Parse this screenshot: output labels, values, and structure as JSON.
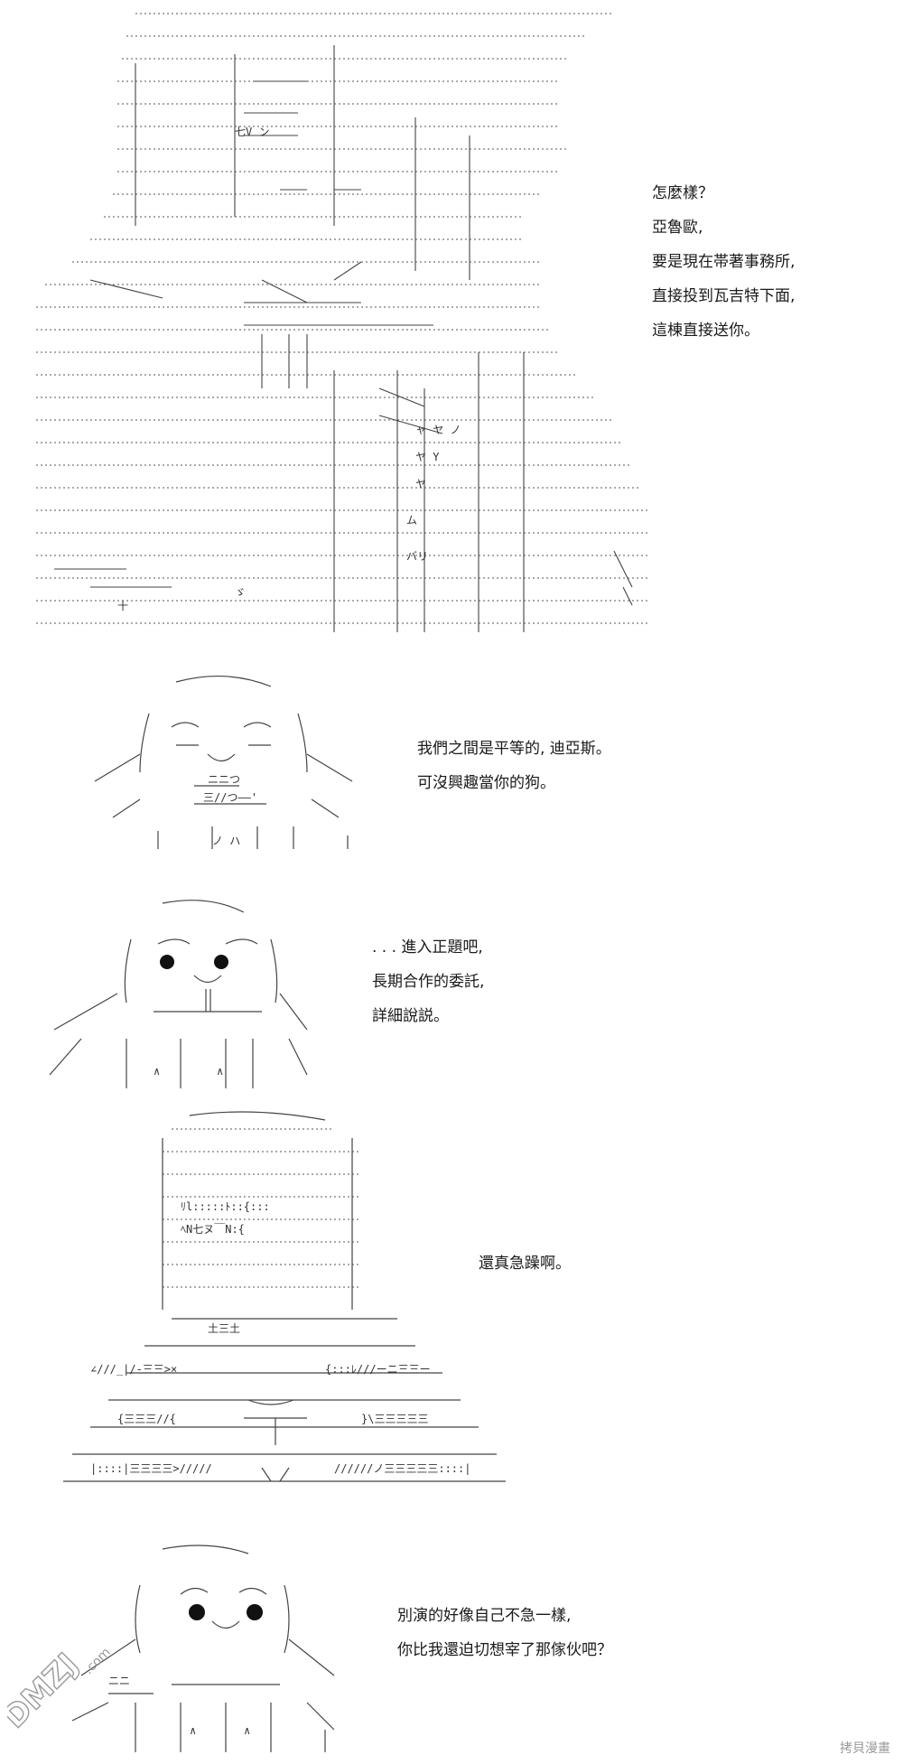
{
  "panels": [
    {
      "lines": [
        "怎麼樣？",
        "亞魯歐,",
        "要是現在帯著事務所,",
        "直接投到瓦吉特下面,",
        "這棟直接送你。"
      ]
    },
    {
      "lines": [
        "我們之間是平等的, 迪亞斯。",
        "可沒興趣當你的狗。"
      ]
    },
    {
      "lines": [
        ". . . 進入正題吧,",
        "長期合作的委託,",
        "詳細說説。"
      ]
    },
    {
      "lines": [
        "還真急躁啊。"
      ]
    },
    {
      "lines": [
        "別演的好像自己不急一樣,",
        "你比我還迫切想宰了那傢伙吧？"
      ]
    }
  ],
  "watermark": {
    "text": "DMZJ",
    "sub": ".com"
  },
  "site_mark": "拷貝漫畫"
}
